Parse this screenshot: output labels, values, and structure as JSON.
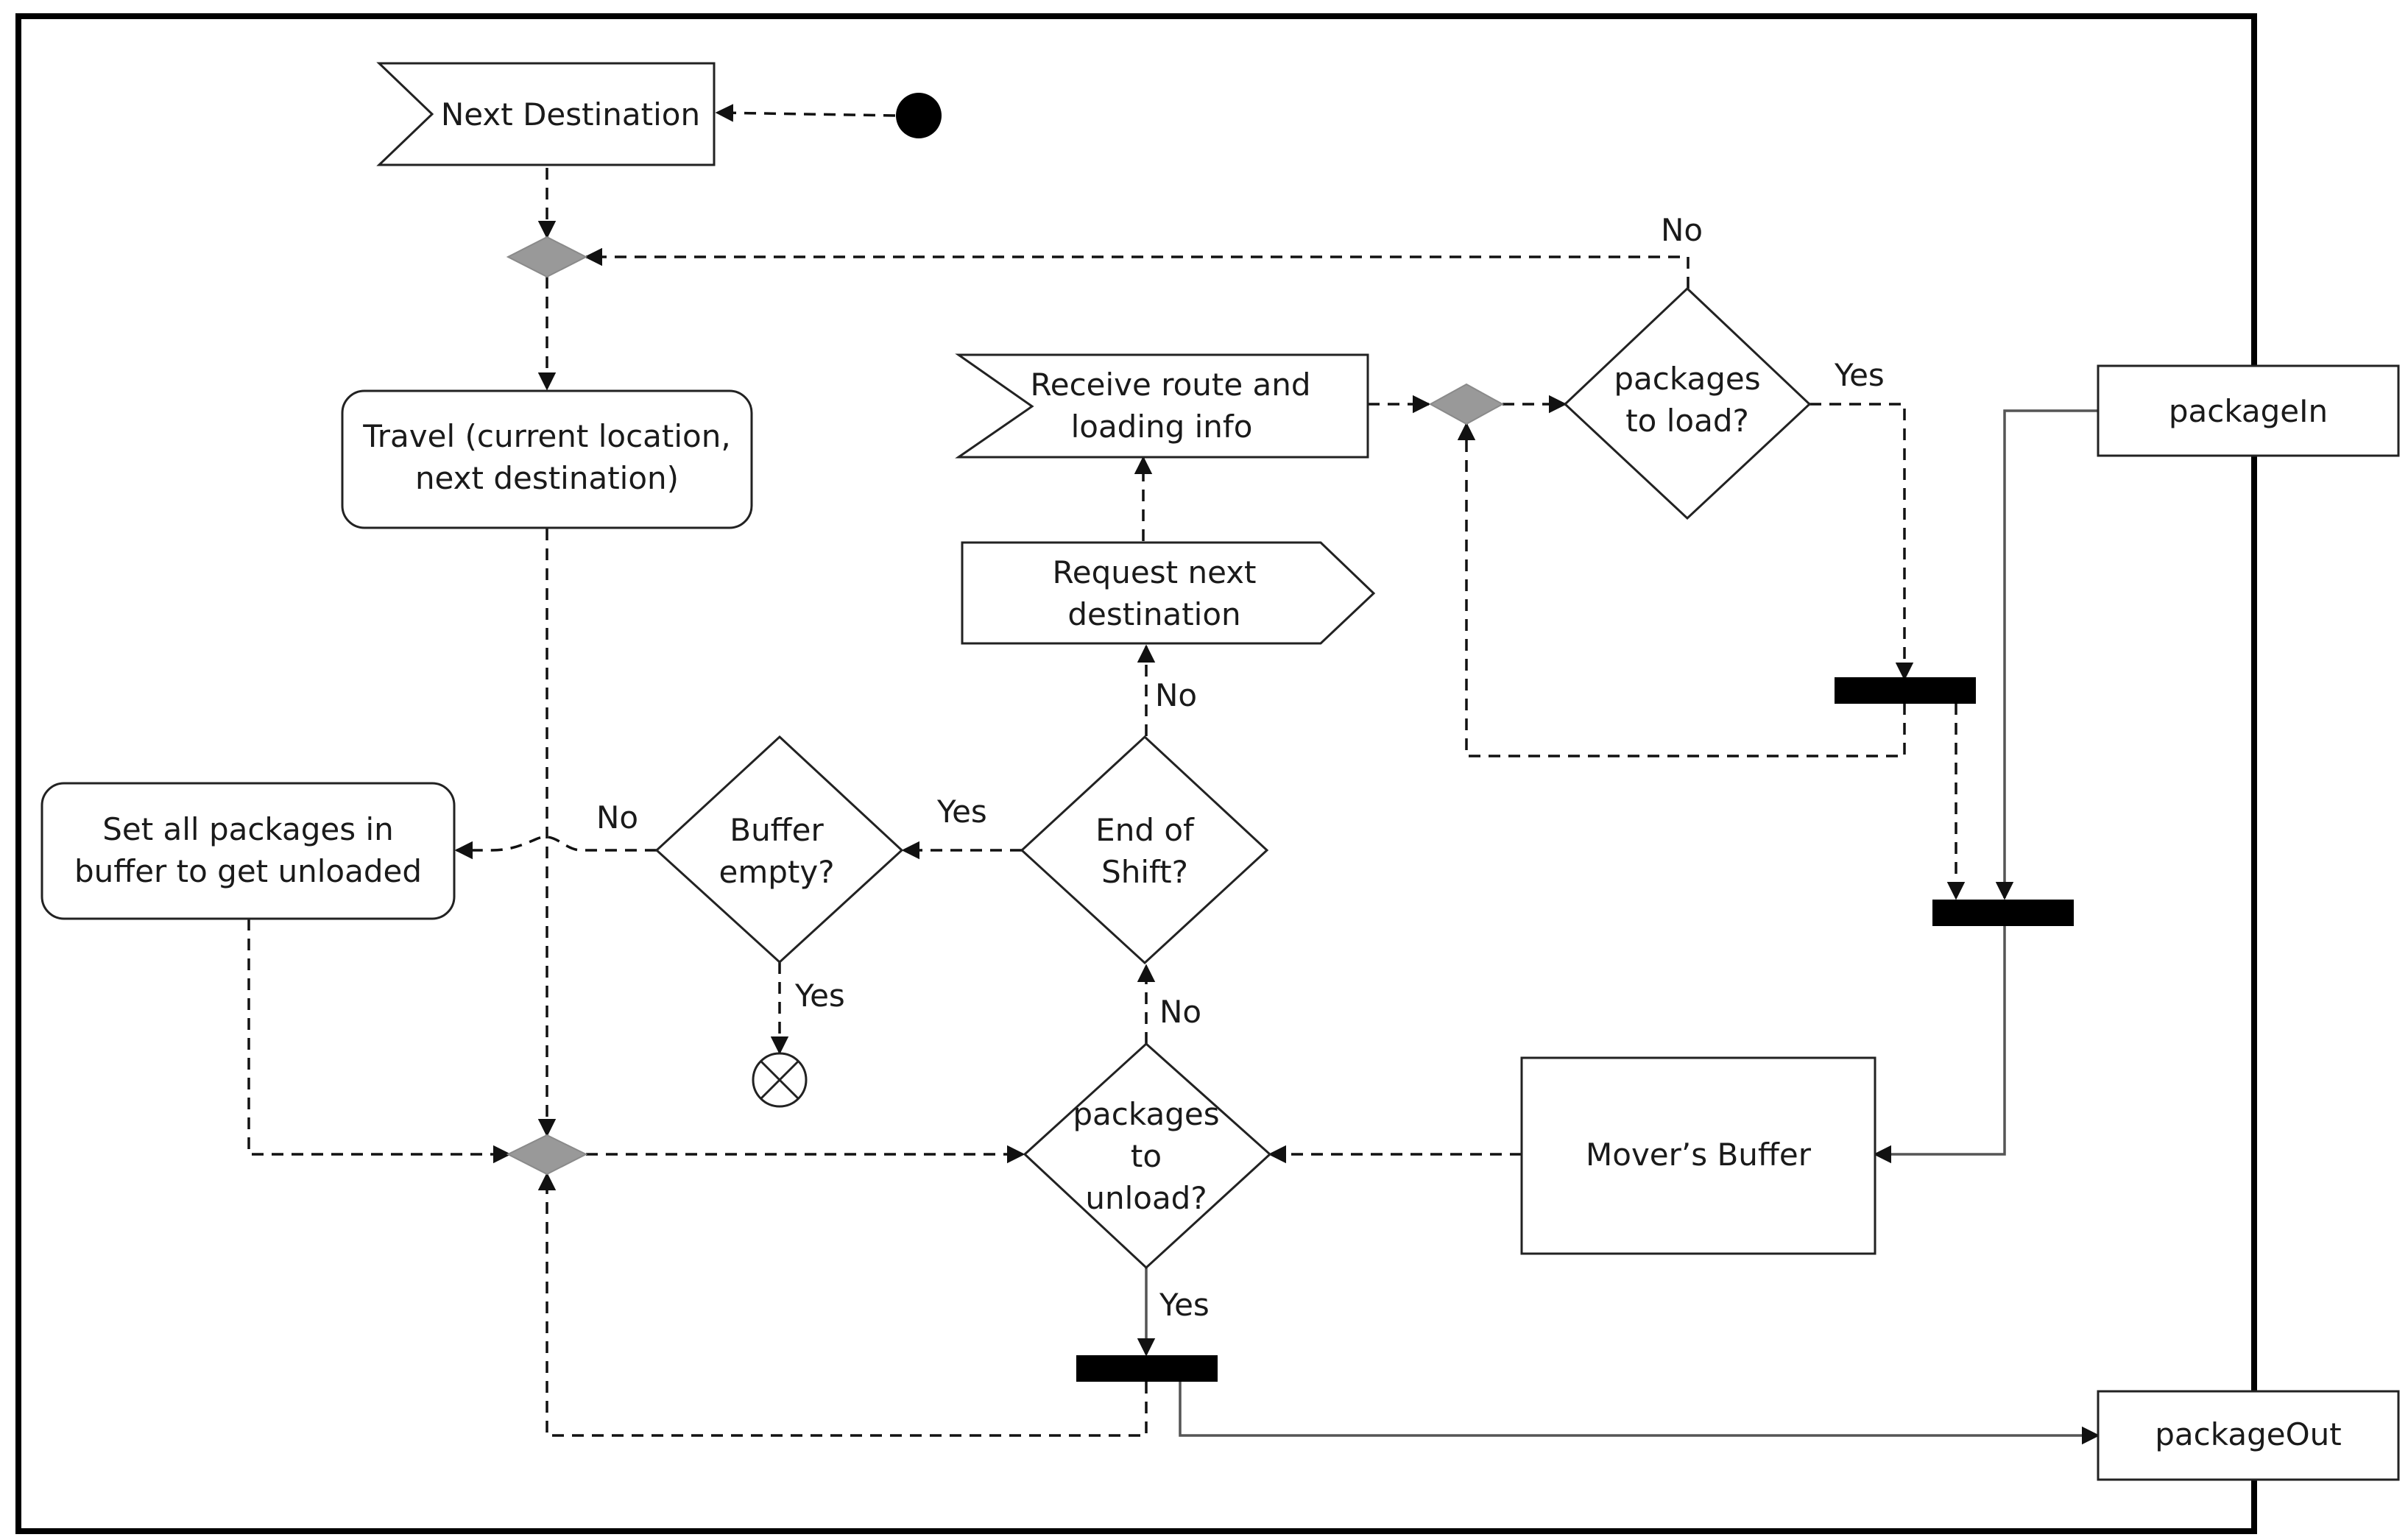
{
  "nodes": {
    "next_destination": "Next Destination",
    "travel": [
      "Travel (current location,",
      "next destination)"
    ],
    "receive_route": [
      "Receive route and",
      "loading info"
    ],
    "request_next": [
      "Request next",
      "destination"
    ],
    "packages_to_load": [
      "packages",
      "to load?"
    ],
    "package_in": "packageIn",
    "set_all_packages": [
      "Set all packages in",
      "buffer to get unloaded"
    ],
    "buffer_empty": [
      "Buffer",
      "empty?"
    ],
    "end_of_shift": [
      "End of",
      "Shift?"
    ],
    "packages_to_unload": [
      "packages",
      "to",
      "unload?"
    ],
    "movers_buffer": "Mover’s Buffer",
    "package_out": "packageOut"
  },
  "edge_labels": {
    "load_no": "No",
    "load_yes": "Yes",
    "shift_no": "No",
    "shift_yes": "Yes",
    "buffer_no": "No",
    "buffer_yes": "Yes",
    "unload_no": "No",
    "unload_yes": "Yes"
  },
  "colors": {
    "merge_node": "#999999",
    "fork_bar": "#000000",
    "frame": "#000000"
  }
}
